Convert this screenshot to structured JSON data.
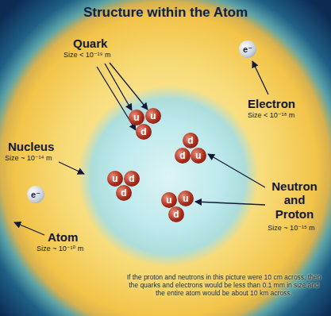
{
  "diagram": {
    "title": "Structure within the Atom",
    "caption": "If the proton and neutrons in this picture were 10 cm across, then the quarks and electrons would be less than 0.1 mm in size and the entire atom would be about 10 km across.",
    "nodes": [
      {
        "text": [
          "e⁻"
        ]
      },
      {
        "text": [
          "u"
        ]
      },
      {
        "text": [
          "u"
        ]
      },
      {
        "text": [
          "d"
        ]
      },
      {
        "text": [
          "d"
        ]
      },
      {
        "text": [
          "d"
        ]
      },
      {
        "text": [
          "u"
        ]
      },
      {
        "text": [
          "u"
        ]
      },
      {
        "text": [
          "d"
        ]
      },
      {
        "text": [
          "d"
        ]
      },
      {
        "text": [
          "e⁻"
        ]
      },
      {
        "text": [
          "u"
        ]
      },
      {
        "text": [
          "u"
        ]
      },
      {
        "text": [
          "d"
        ]
      }
    ],
    "labels": [
      "Quark",
      "Size < 10⁻¹⁹ m",
      "Nucleus",
      "Size ~ 10⁻¹⁴ m",
      "Electron",
      "Size < 10⁻¹⁸ m",
      "Neutron and Proton",
      "Size ~ 10⁻¹⁵ m",
      "Atom",
      "Size ~ 10⁻¹⁰ m"
    ]
  }
}
